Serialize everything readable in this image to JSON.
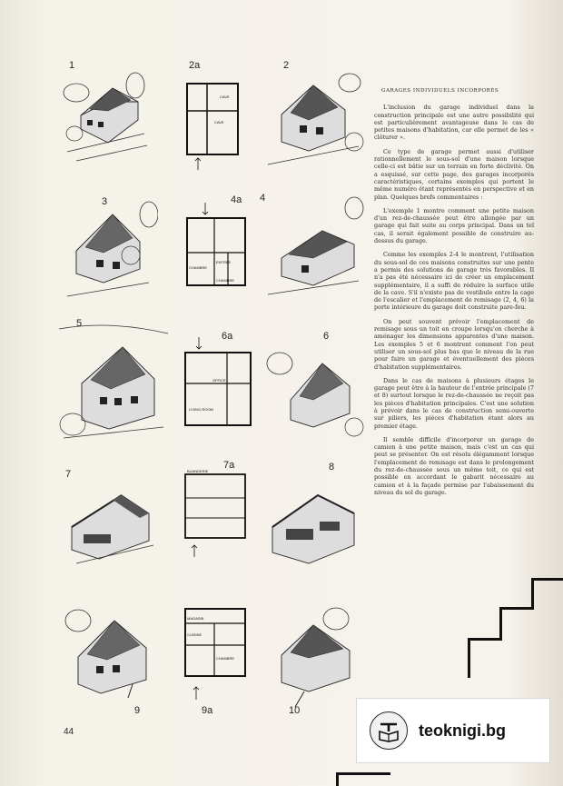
{
  "figure_labels": [
    "1",
    "2a",
    "2",
    "3",
    "4a",
    "4",
    "5",
    "6a",
    "6",
    "7",
    "7a",
    "8",
    "9",
    "9a",
    "10"
  ],
  "plan_labels": {
    "cave1": "CAVE",
    "cave2": "CAVE",
    "chambre_4a": "CHAMBRE",
    "entree_4a": "ENTRÉE",
    "chambre_4a_b": "CHAMBRE",
    "office_6a": "OFFICE",
    "living_6a": "LIVING-ROOM",
    "buanderie_7a": "BUANDERIE",
    "magasin_9a": "MAGASIN",
    "cuisine_9a": "CUISINE",
    "chambre_9a": "CHAMBRE"
  },
  "article": {
    "heading": "GARAGES INDIVIDUELS INCORPORÉS",
    "paragraphs": [
      "L'inclusion du garage individuel dans la construction principale est une autre possibilité qui est particulièrement avantageuse dans le cas de petites maisons d'habitation, car elle permet de les « clôturer ».",
      "Ce type de garage permet aussi d'utiliser rationnellement le sous-sol d'une maison lorsque celle-ci est bâtie sur un terrain en forte déclivité. On a esquissé, sur cette page, des garages incorporés caractéristiques, certains exemples qui portent le même numéro étant représentés en perspective et en plan. Quelques brefs commentaires :",
      "L'exemple 1 montre comment une petite maison d'un rez-de-chaussée peut être allongée par un garage qui fait suite au corps principal. Dans un tel cas, il serait également possible de construire au-dessus du garage.",
      "Comme les exemples 2-4 le montrent, l'utilisation du sous-sol de ces maisons construites sur une pente a permis des solutions de garage très favorables. Il n'a pas été nécessaire ici de créer un emplacement supplémentaire, il a suffi de réduire la surface utile de la cave. S'il n'existe pas de vestibule entre la cage de l'escalier et l'emplacement de remisage (2, 4, 6) la porte intérieure du garage doit construite pare-feu.",
      "On peut souvent prévoir l'emplacement de remisage sous un toit en croupe lorsqu'on cherche à aménager les dimensions apparentes d'une maison. Les exemples 5 et 6 montrent comment l'on peut utiliser un sous-sol plus bas que le niveau de la rue pour faire un garage et éventuellement des pièces d'habitation supplémentaires.",
      "Dans le cas de maisons à plusieurs étages le garage peut être à la hauteur de l'entrée principale (7 et 8) surtout lorsque le rez-de-chaussée ne reçoit pas les pièces d'habitation principales. C'est une solution à prévoir dans le cas de construction semi-ouverte sur piliers, les pièces d'habitation étant alors au premier étage.",
      "Il semble difficile d'incorporer un garage de camion à une petite maison, mais c'est un cas qui peut se présenter. On est résolu élégamment lorsque l'emplacement de remisage est dans le prolongement du rez-de-chaussée sous un même toit, ce qui est possible en accordant le gabarit nécessaire au camion et à la façade permise par l'abaissement du niveau du sol du garage."
    ]
  },
  "page_number": "44",
  "watermark": {
    "brand": "teoknigi.bg",
    "icon": "book-t-logo-icon"
  },
  "colors": {
    "ink": "#2a2a2a",
    "paper": "#f3f0e8"
  }
}
